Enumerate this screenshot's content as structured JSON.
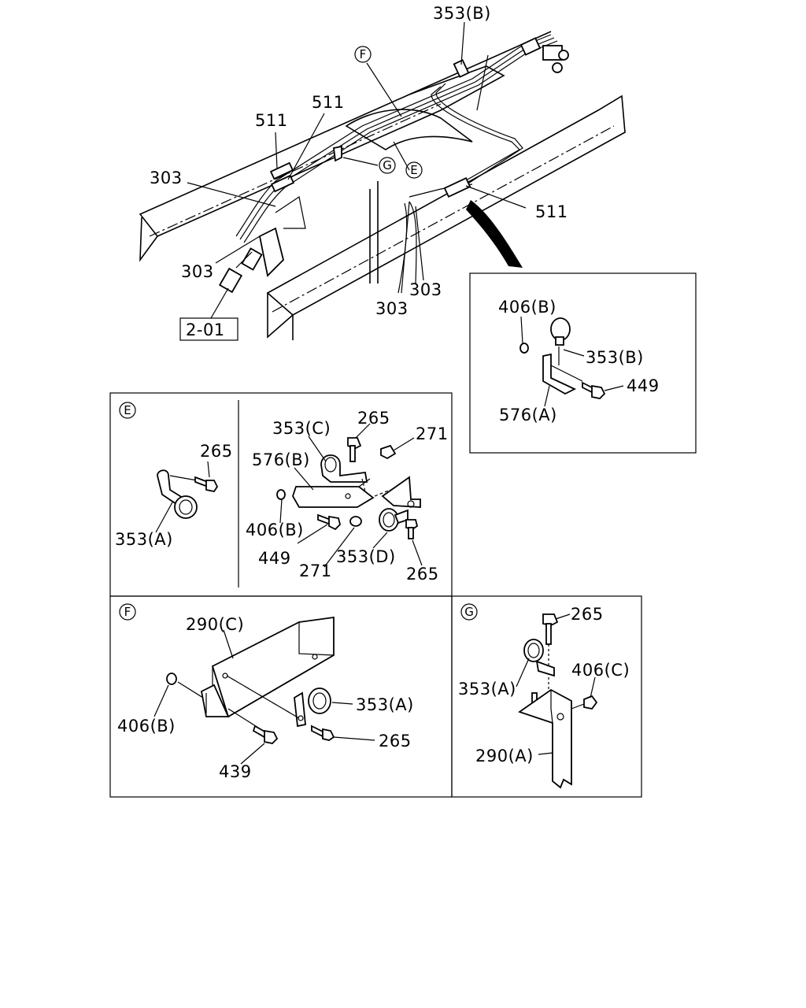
{
  "main": {
    "labels": {
      "l353b_top": "353(B)",
      "l511_a": "511",
      "l511_b": "511",
      "l511_c": "511",
      "l303_a": "303",
      "l303_b": "303",
      "l303_c": "303",
      "l303_d": "303"
    },
    "circle_f": "F",
    "circle_e": "E",
    "circle_g": "G",
    "ref_box": "2-01"
  },
  "detail_clip": {
    "l406b": "406(B)",
    "l353b": "353(B)",
    "l449": "449",
    "l576a": "576(A)"
  },
  "panel_e": {
    "circle": "E",
    "left": {
      "l265": "265",
      "l353a": "353(A)"
    },
    "right": {
      "l353c": "353(C)",
      "l265_top": "265",
      "l271_top": "271",
      "l576b": "576(B)",
      "l406b": "406(B)",
      "l449": "449",
      "l271_bot": "271",
      "l353d": "353(D)",
      "l265_bot": "265"
    }
  },
  "panel_f": {
    "circle": "F",
    "l290c": "290(C)",
    "l406b": "406(B)",
    "l353a": "353(A)",
    "l265": "265",
    "l439": "439"
  },
  "panel_g": {
    "circle": "G",
    "l265": "265",
    "l406c": "406(C)",
    "l353a": "353(A)",
    "l290a": "290(A)"
  }
}
